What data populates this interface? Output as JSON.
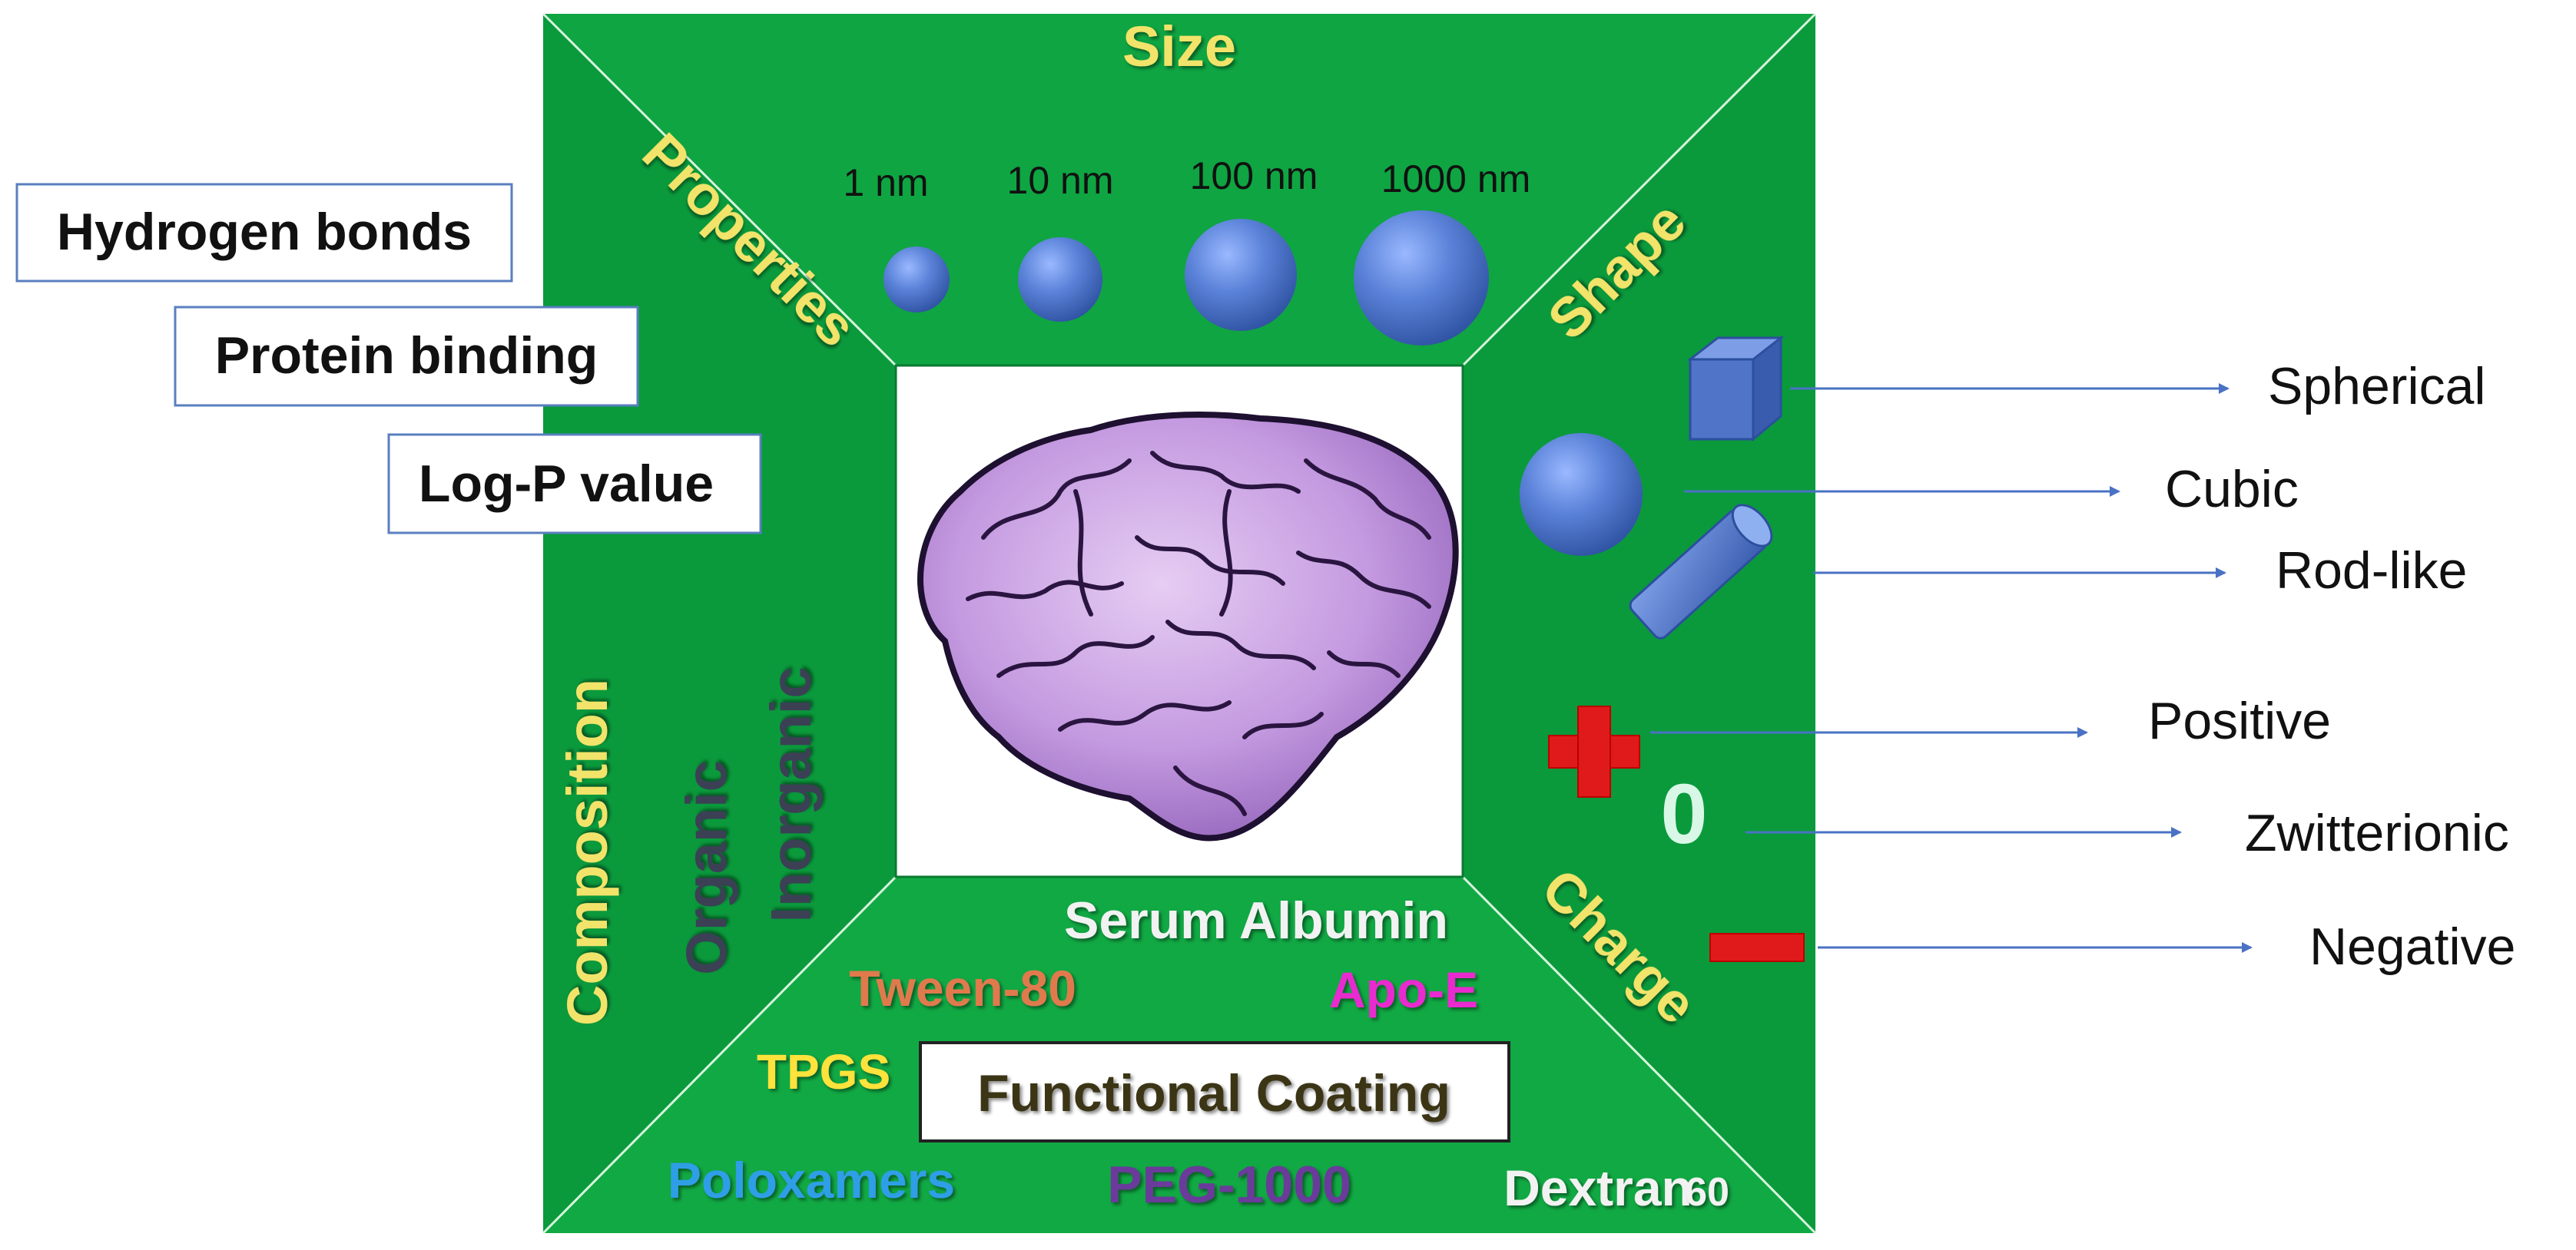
{
  "frame": {
    "outer_color": "#0a9a3c",
    "inner_color": "#0fae44",
    "diagonal_color": "#d8f5dd"
  },
  "quadrants": {
    "size": "Size",
    "properties": "Properties",
    "shape": "Shape",
    "composition": "Composition",
    "charge": "Charge"
  },
  "size_scale": {
    "items": [
      {
        "label": "1 nm"
      },
      {
        "label": "10 nm"
      },
      {
        "label": "100 nm"
      },
      {
        "label": "1000 nm"
      }
    ]
  },
  "properties_boxes": [
    {
      "label": "Hydrogen bonds"
    },
    {
      "label": "Protein binding"
    },
    {
      "label": "Log-P value"
    }
  ],
  "composition_types": {
    "organic": "Organic",
    "inorganic": "Inorganic"
  },
  "coatings": {
    "title": "Functional Coating",
    "items": [
      {
        "label": "Serum Albumin",
        "color": "#f2f2f2"
      },
      {
        "label": "Tween-80",
        "color": "#e07a4e"
      },
      {
        "label": "Apo-E",
        "color": "#e82ccf"
      },
      {
        "label": "TPGS",
        "color": "#ffe23a"
      },
      {
        "label": "Poloxamers",
        "color": "#2e9ee6"
      },
      {
        "label": "PEG-1000",
        "color": "#6a3a9a"
      },
      {
        "label": "Dextran",
        "color": "#f2f2f2"
      },
      {
        "label": "60",
        "color": "#f2f2f2"
      }
    ]
  },
  "shape_labels": [
    "Spherical",
    "Cubic",
    "Rod-like"
  ],
  "charge_labels": [
    "Positive",
    "Zwitterionic",
    "Negative"
  ],
  "charge_symbols": {
    "zero": "0"
  },
  "colors": {
    "quadrant_title": "#f2e36a",
    "particle": "#4a70c8",
    "arrow": "#4a72c4",
    "positive": "#e01a1a",
    "negative": "#e01a1a",
    "brain": "#b58ad6"
  }
}
